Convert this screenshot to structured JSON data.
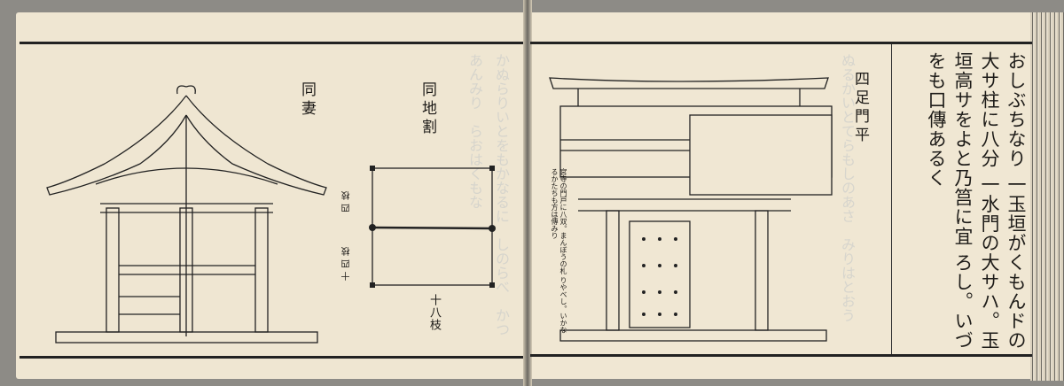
{
  "left_page": {
    "label_elevation": "同妻",
    "label_plan": "同地割",
    "plan_dimensions": {
      "upper_side": "四枝",
      "lower_side": "十四枝",
      "bottom": "十八枝"
    }
  },
  "right_page": {
    "label_gate": "四足門平",
    "annotation_lines": [
      "宮寺の門戸に八双。まんぼうの札",
      "りやべし。いかなるかたちも方は傳みり"
    ],
    "text_lines": [
      "おしぶちなり",
      "一玉垣がくもんドの大サ柱に八分",
      "一水門の大サハ。玉垣高サをよと乃筥に宜",
      "ろし。いづをも口傳あるく"
    ]
  },
  "colors": {
    "paper": "#efe6d2",
    "ink": "#1d1b18",
    "bleed_through": "#b9c0c6"
  }
}
